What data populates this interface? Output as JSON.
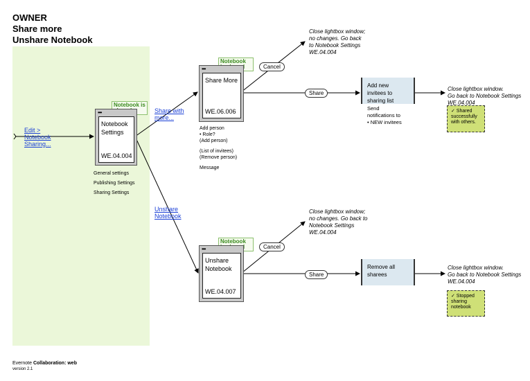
{
  "title": {
    "line1": "OWNER",
    "line2": "Share more",
    "line3": "Unshare Notebook"
  },
  "entry": {
    "link": "Edit > Notebook Sharing..."
  },
  "screens": {
    "notebook_settings": {
      "name": "Notebook Settings",
      "code": "WE.04.004",
      "badge": "Notebook is shared"
    },
    "share_more": {
      "name": "Share More",
      "code": "WE.06.006",
      "badge": "Notebook is shared"
    },
    "unshare": {
      "name": "Unshare Notebook",
      "code": "WE.04.007",
      "badge": "Notebook is shared"
    }
  },
  "settings_list": [
    "General settings",
    "Publishing Settings",
    "Sharing Settings"
  ],
  "links": {
    "share_with_more": "Share with more...",
    "unshare_notebook": "Unshare Notebook"
  },
  "share_more_details": [
    "Add person",
    "• Role?",
    "(Add person)",
    "(List of invitees)",
    "(Remove person)",
    "Message"
  ],
  "cancel_labels": {
    "top": "Cancel",
    "bottom": "Cancel"
  },
  "cancel_notes": {
    "top": [
      "Close lightbox window;",
      "no changes. Go back",
      "to Notebook Settings",
      "WE.04.004"
    ],
    "bottom": [
      "Close lightbox window;",
      "no changes. Go back to",
      "Notebook Settings",
      "WE.04.004"
    ]
  },
  "share_labels": {
    "top": "Share",
    "bottom": "Share"
  },
  "actions": {
    "add_invitees": "Add new invitees to sharing list",
    "remove_sharees": "Remove all sharees"
  },
  "notify_text": [
    "Send",
    "notifications to",
    "• NEW invitees"
  ],
  "results": {
    "top": [
      "Close lightbox window.",
      "Go back to Notebook Settings",
      "WE.04.004"
    ],
    "bottom": [
      "Close lightbox window.",
      "Go back to Notebook Settings",
      "WE.04.004"
    ]
  },
  "toasts": {
    "shared": "✓ Shared successfully with others.",
    "stopped": "✓ Stopped sharing notebook"
  },
  "footer": {
    "prefix": "Evernote ",
    "bold": "Collaboration: web",
    "version": "version 2.1"
  },
  "colors": {
    "panel": "#ebf7d9",
    "badge_text": "#3a8a1e",
    "link": "#1a3fd6",
    "action_box": "#dce8f0",
    "toast": "#cfe077"
  }
}
